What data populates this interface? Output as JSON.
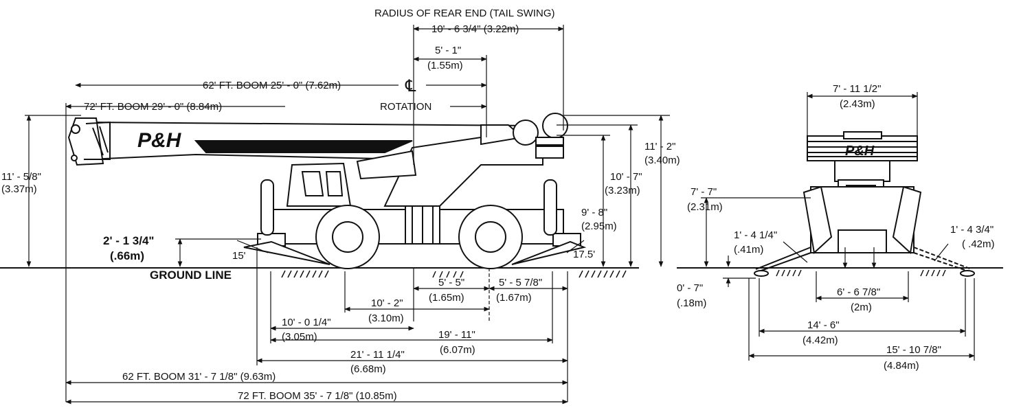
{
  "title": "RADIUS OF REAR END (TAIL SWING)",
  "ground_label": "GROUND LINE",
  "rotation_label": "ROTATION",
  "centerline_symbol": "℄",
  "brand": "P&H",
  "side_view": {
    "tail_swing": "10' - 6 3/4\" (3.22m)",
    "rot_offset_ft": "5' - 1\"",
    "rot_offset_m": "(1.55m)",
    "boom62_overhang": "62' FT. BOOM   25' - 0\" (7.62m)",
    "boom72_overhang": "72' FT. BOOM  29' - 0\" (8.84m)",
    "boom_tip_height_ft": "11' - 5/8\"",
    "boom_tip_height_m": "(3.37m)",
    "outrigger_height_ft": "2' - 1 3/4\"",
    "outrigger_height_m": "(.66m)",
    "approach_angle": "15'",
    "departure_angle": "17.5'",
    "overall_height_ft": "11' - 2\"",
    "overall_height_m": "(3.40m)",
    "height_10_7_ft": "10' - 7\"",
    "height_10_7_m": "(3.23m)",
    "height_9_8_ft": "9' - 8\"",
    "height_9_8_m": "(2.95m)",
    "d_5_5_ft": "5' - 5\"",
    "d_5_5_m": "(1.65m)",
    "d_5_57_ft": "5' - 5 7/8\"",
    "d_5_57_m": "(1.67m)",
    "d_10_2_ft": "10' - 2\"",
    "d_10_2_m": "(3.10m)",
    "d_10_01_ft": "10' - 0 1/4\"",
    "d_10_01_m": "(3.05m)",
    "d_19_11_ft": "19' - 11\"",
    "d_19_11_m": "(6.07m)",
    "d_21_11_ft": "21' - 11 1/4\"",
    "d_21_11_m": "(6.68m)",
    "overall62": "62 FT. BOOM  31' - 7 1/8\" (9.63m)",
    "overall72": "72 FT. BOOM  35' - 7 1/8\" (10.85m)"
  },
  "front_view": {
    "cab_width_ft": "7' - 11 1/2\"",
    "cab_width_m": "(2.43m)",
    "height_7_7_ft": "7' - 7\"",
    "height_7_7_m": "(2.31m)",
    "left_offset_ft": "1' - 4 1/4\"",
    "left_offset_m": "(.41m)",
    "right_offset_ft": "1' - 4 3/4\"",
    "right_offset_m": "( .42m)",
    "pad_height_ft": "0' - 7\"",
    "pad_height_m": "(.18m)",
    "track_ft": "6' - 6 7/8\"",
    "track_m": "(2m)",
    "outrigger_span_ft": "14' - 6\"",
    "outrigger_span_m": "(4.42m)",
    "overall_width_ft": "15' - 10 7/8\"",
    "overall_width_m": "(4.84m)"
  }
}
